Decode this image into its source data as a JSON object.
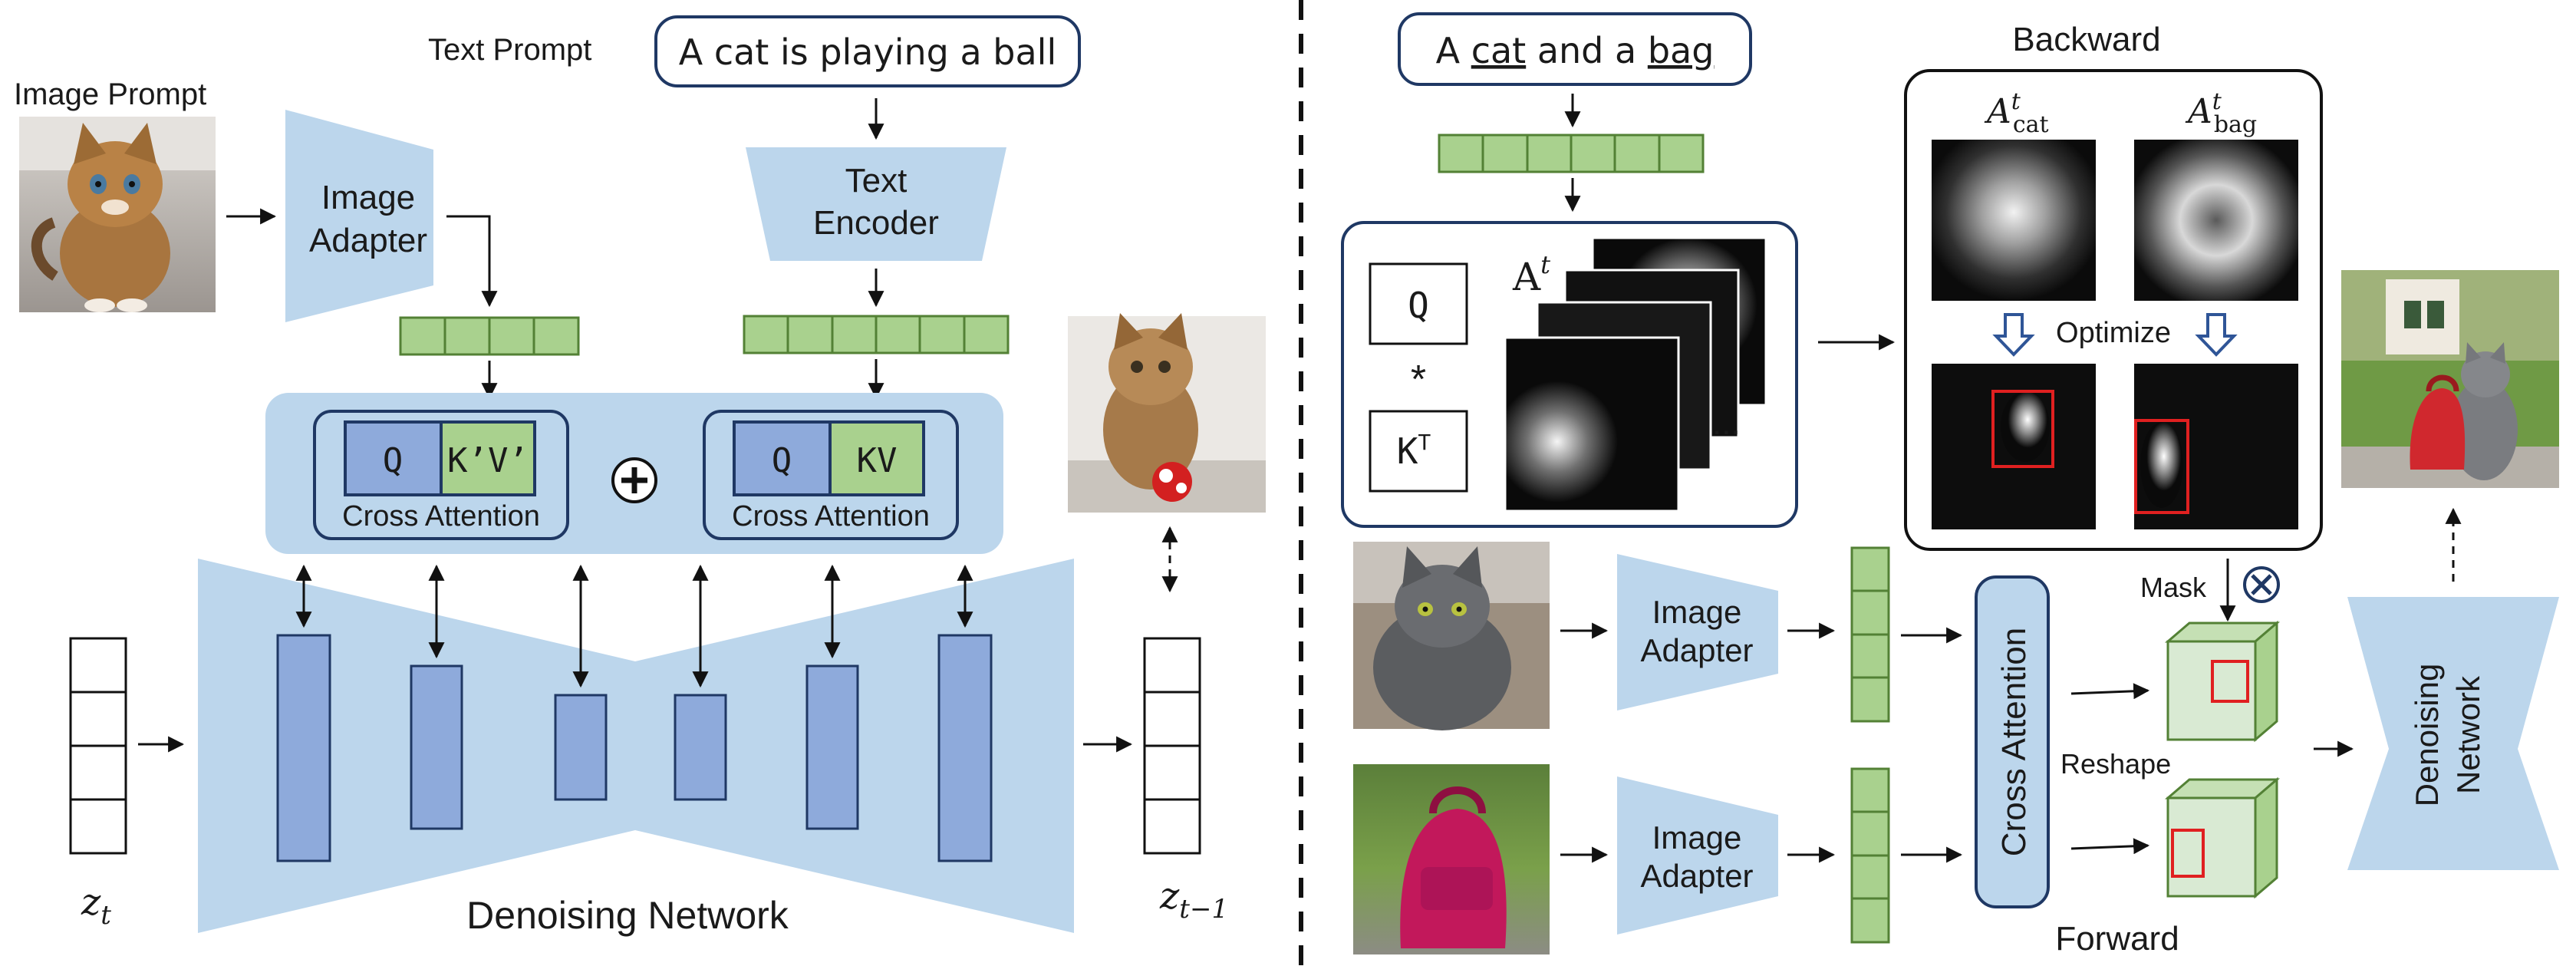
{
  "left": {
    "text_prompt_label": "Text Prompt",
    "prompt_text": "A cat is playing a ball",
    "image_prompt_label": "Image Prompt",
    "image_adapter_label": [
      "Image",
      "Adapter"
    ],
    "text_encoder_label": [
      "Text",
      "Encoder"
    ],
    "cross_attention_1": {
      "q": "Q",
      "kv": "K’V’",
      "label": "Cross Attention"
    },
    "cross_attention_2": {
      "q": "Q",
      "kv": "KV",
      "label": "Cross Attention"
    },
    "denoising_network_label": "Denoising Network",
    "z_t": "z",
    "z_t_sub": "t",
    "z_t_minus_1": "z",
    "z_t_minus_1_sub": "t−1"
  },
  "right": {
    "prompt_text": {
      "p1": "A ",
      "w1": "cat",
      "p2": " and a ",
      "w2": "bag"
    },
    "q": "Q",
    "op": "*",
    "k": "K",
    "k_sup": "T",
    "attn": "A",
    "attn_sup": "t",
    "ellipsis": "...",
    "backward_label": "Backward",
    "a_cat": {
      "base": "A",
      "sup": "t",
      "sub": "cat"
    },
    "a_bag": {
      "base": "A",
      "sup": "t",
      "sub": "bag"
    },
    "optimize_label": "Optimize",
    "mask_label": "Mask",
    "image_adapter_1": [
      "Image",
      "Adapter"
    ],
    "image_adapter_2": [
      "Image",
      "Adapter"
    ],
    "cross_attention_label": "Cross Attention",
    "reshape_label": "Reshape",
    "forward_label": "Forward",
    "denoising_label": [
      "Denoising",
      "Network"
    ]
  },
  "colors": {
    "blue_light": "#bcd6ec",
    "blue_block": "#8eaadb",
    "green_token": "#a9d18e",
    "dark_frame": "#1f3864",
    "red_box": "#e02020"
  }
}
